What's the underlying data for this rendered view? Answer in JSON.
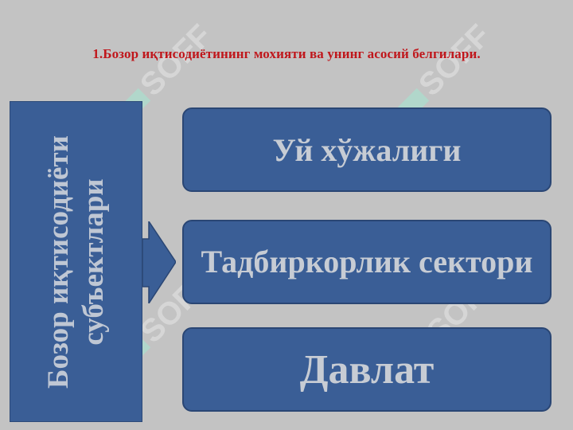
{
  "title": "1.Бозор иқтисодиётининг мохияти ва унинг асосий белгилари.",
  "left_box": {
    "line1": "Бозор иқтисодиёти",
    "line2": "субъектлари"
  },
  "items": [
    {
      "label": "Уй хўжалиги"
    },
    {
      "label": "Тадбиркорлик сектори"
    },
    {
      "label": "Давлат"
    }
  ],
  "watermark": {
    "text": "SOFF"
  },
  "colors": {
    "background": "#c3c3c3",
    "box_fill": "#3a5e96",
    "title": "#c0171c",
    "box_text": "#c7ccd4"
  }
}
